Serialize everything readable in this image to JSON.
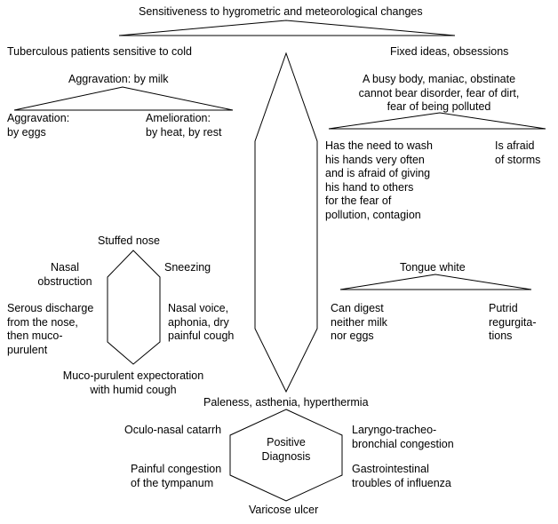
{
  "top": {
    "title": "Sensitiveness to hygrometric and meteorological changes",
    "left_heading": "Tuberculous patients sensitive to cold",
    "right_heading": "Fixed ideas, obsessions"
  },
  "milk": {
    "heading": "Aggravation: by milk",
    "left": "Aggravation:\nby eggs",
    "right": "Amelioration:\nby heat, by rest"
  },
  "obsession": {
    "heading": "A busy body, maniac, obstinate\ncannot bear disorder, fear of dirt,\nfear of being polluted",
    "left": "Has the need to wash\nhis hands very often\nand is afraid of giving\nhis hand to others\nfor the fear of\npollution, contagion",
    "right": "Is afraid\nof storms"
  },
  "nose": {
    "top": "Stuffed nose",
    "upper_left": "Nasal\nobstruction",
    "upper_right": "Sneezing",
    "lower_left": "Serous discharge\nfrom the nose,\nthen muco-\npurulent",
    "lower_right": "Nasal voice,\naphonia, dry\npainful cough",
    "bottom": "Muco-purulent expectoration\nwith humid cough"
  },
  "tongue": {
    "heading": "Tongue white",
    "left": "Can digest\nneither milk\nnor eggs",
    "right": "Putrid\nregurgita-\ntions"
  },
  "diagnosis": {
    "top": "Paleness, asthenia, hyperthermia",
    "center": "Positive\nDiagnosis",
    "upper_left": "Oculo-nasal catarrh",
    "upper_right": "Laryngo-tracheo-\nbronchial congestion",
    "lower_left": "Painful congestion\nof the tympanum",
    "lower_right": "Gastrointestinal\ntroubles of influenza",
    "bottom": "Varicose ulcer"
  }
}
